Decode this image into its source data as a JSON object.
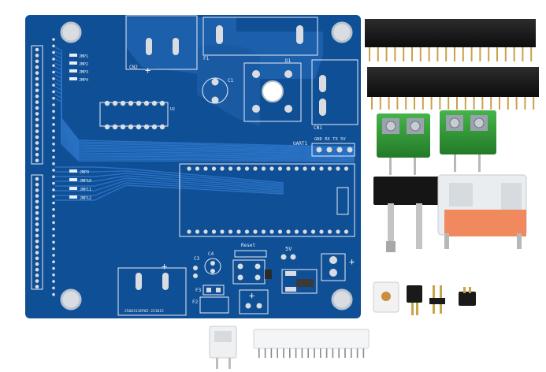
{
  "pcb": {
    "labels": {
      "cn2": "CN2",
      "f1": "F1",
      "d1": "D1",
      "c1": "C1",
      "cn1": "CN1",
      "u2": "U2",
      "uart1": "UART1",
      "uart_pins": "GND RX  TX  5V",
      "jmp9": "JMP9",
      "jmp10": "JMP10",
      "jmp11": "JMP11",
      "jmp12": "JMP12",
      "reset": "Reset",
      "v5": "5V",
      "c3": "C3",
      "c4": "C4",
      "f3": "F3",
      "f2": "F2",
      "date_code": "2560313EP02-221015",
      "plus": "+"
    }
  },
  "colors": {
    "board": "#0f4f95",
    "copper": "#2a72c4",
    "silk": "#e8eef8",
    "header": "#1b1b1b",
    "pin_gold": "#c9a24a",
    "terminal_green": "#2f9a35",
    "fuse_orange": "#f08a5e"
  }
}
